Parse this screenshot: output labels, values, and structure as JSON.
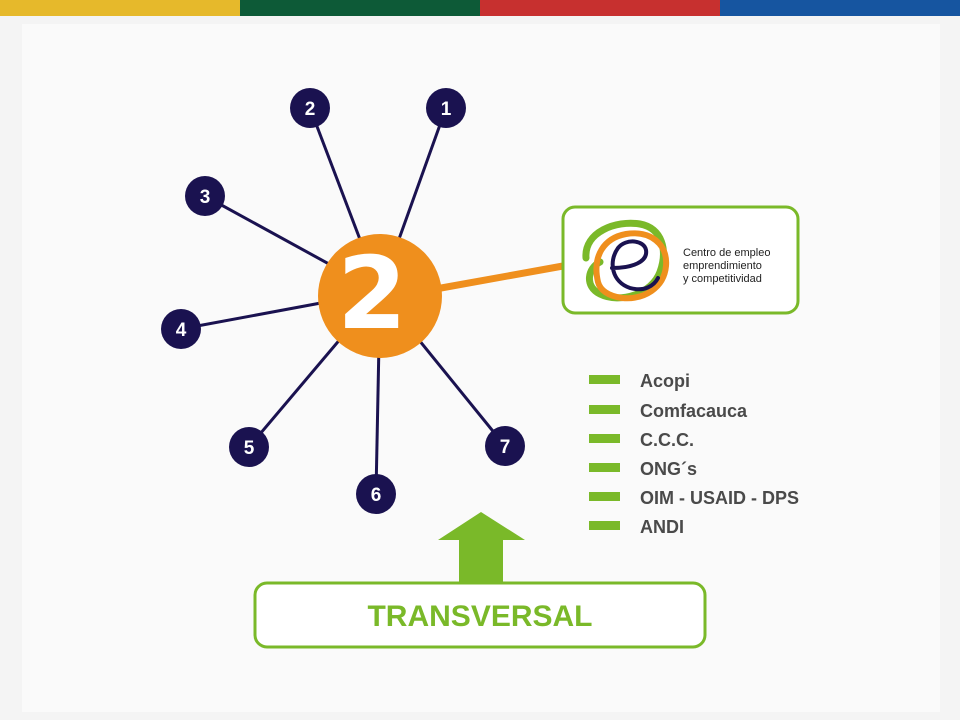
{
  "colors": {
    "bar": [
      "#e6b92b",
      "#0d5a37",
      "#c7302f",
      "#1655a0"
    ],
    "navy": "#1a1250",
    "orange": "#ef8f1d",
    "green": "#7ab929",
    "legend_text": "#4a4a4a"
  },
  "hub": {
    "label": "2"
  },
  "nodes": [
    {
      "label": "1"
    },
    {
      "label": "2"
    },
    {
      "label": "3"
    },
    {
      "label": "4"
    },
    {
      "label": "5"
    },
    {
      "label": "6"
    },
    {
      "label": "7"
    }
  ],
  "logo": {
    "icon": "e-logo-icon",
    "lines": [
      "Centro de empleo",
      "emprendimiento",
      "y competitividad"
    ]
  },
  "legend": {
    "items": [
      "Acopi",
      "Comfacauca",
      "C.C.C.",
      "ONG´s",
      "OIM - USAID - DPS",
      "ANDI"
    ]
  },
  "transversal": {
    "label": "TRANSVERSAL"
  }
}
